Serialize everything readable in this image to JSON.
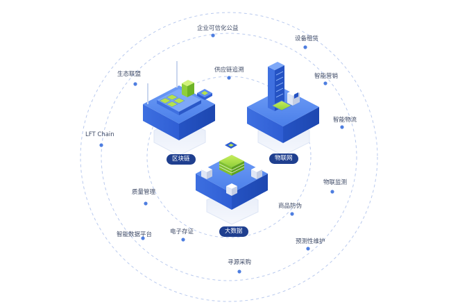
{
  "center_pills": {
    "blockchain": "区块链",
    "iot": "物联网",
    "bigdata": "大数据"
  },
  "ring_labels": {
    "credit": "企业可信化公益",
    "ecosystem": "生态联盟",
    "supply_chain": "供应链追溯",
    "device_rental": "设备租赁",
    "smart_marketing": "智能营销",
    "smart_logistics": "智能物流",
    "lft_chain": "LFT Chain",
    "iot_monitoring": "物联监测",
    "quality": "质量管理",
    "anti_counterfeit": "商品防伪",
    "e_evidence": "电子存证",
    "smart_data": "智能数据平台",
    "predictive": "预测性维护",
    "sourcing": "寻源采购"
  },
  "colors": {
    "ring": "#b8c9ee",
    "dot": "#4e7ee0",
    "pill": "#1f3f8f",
    "block_top": "#5b8bf0",
    "block_side": "#3366dd",
    "accent_green": "#b4e04a"
  }
}
